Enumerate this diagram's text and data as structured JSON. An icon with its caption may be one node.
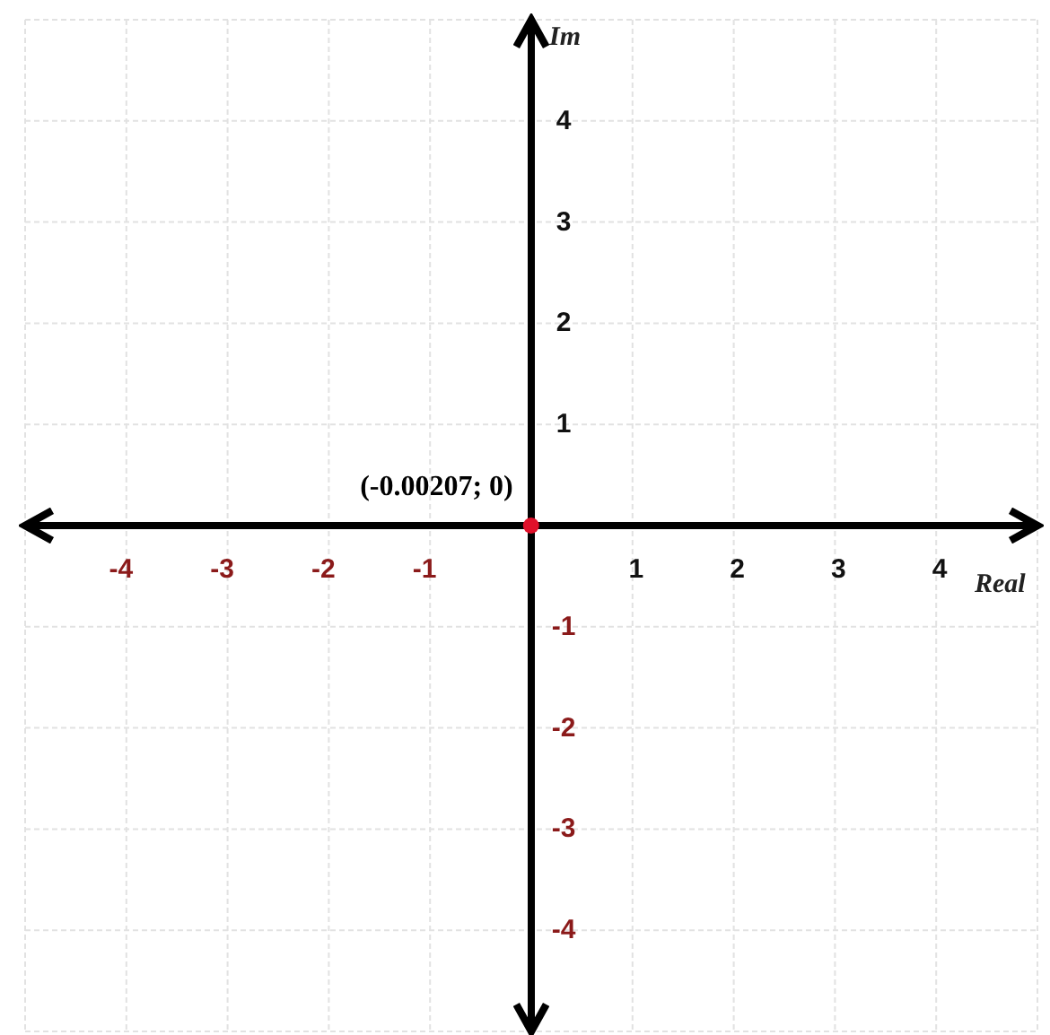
{
  "diagram": {
    "chart_data": {
      "type": "scatter",
      "xlabel": "Real",
      "ylabel": "Im",
      "x": [
        -0.00207
      ],
      "series": [
        {
          "color": "#e0102a",
          "values": [
            0
          ]
        }
      ],
      "xlim": [
        -5,
        5
      ],
      "ylim": [
        -5,
        5
      ],
      "xticks": [
        -4,
        -3,
        -2,
        -1,
        1,
        2,
        3,
        4
      ],
      "yticks": [
        -4,
        -3,
        -2,
        -1,
        1,
        2,
        3,
        4
      ],
      "grid": true,
      "annotations": [
        {
          "text": "(-0.00207; 0)",
          "x": -0.00207,
          "y": 0
        }
      ]
    }
  }
}
